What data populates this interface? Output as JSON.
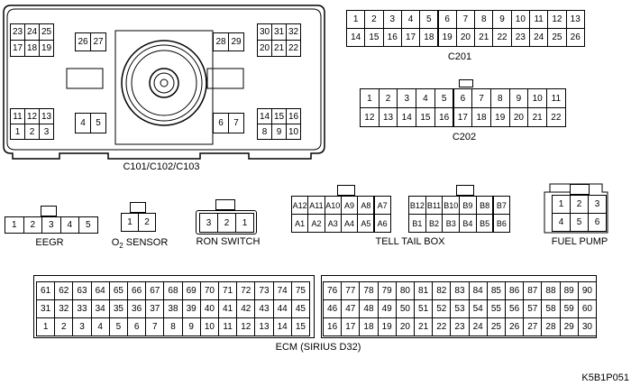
{
  "c101": {
    "label": "C101/C102/C103",
    "grp_a": {
      "rows": [
        [
          "23",
          "24",
          "25"
        ],
        [
          "17",
          "18",
          "19"
        ]
      ]
    },
    "grp_b": {
      "rows": [
        [
          "26",
          "27"
        ]
      ]
    },
    "grp_c": {
      "rows": [
        [
          "28",
          "29"
        ]
      ]
    },
    "grp_d": {
      "rows": [
        [
          "30",
          "31",
          "32"
        ],
        [
          "20",
          "21",
          "22"
        ]
      ]
    },
    "grp_e": {
      "rows": [
        [
          "11",
          "12",
          "13"
        ],
        [
          "1",
          "2",
          "3"
        ]
      ]
    },
    "grp_f": {
      "rows": [
        [
          "4",
          "5"
        ]
      ]
    },
    "grp_g": {
      "rows": [
        [
          "6",
          "7"
        ]
      ]
    },
    "grp_h": {
      "rows": [
        [
          "14",
          "15",
          "16"
        ],
        [
          "8",
          "9",
          "10"
        ]
      ]
    }
  },
  "c201": {
    "label": "C201",
    "rows": [
      [
        "1",
        "2",
        "3",
        "4",
        "5",
        "6",
        "7",
        "8",
        "9",
        "10",
        "11",
        "12",
        "13"
      ],
      [
        "14",
        "15",
        "16",
        "17",
        "18",
        "19",
        "20",
        "21",
        "22",
        "23",
        "24",
        "25",
        "26"
      ]
    ]
  },
  "c202": {
    "label": "C202",
    "rows": [
      [
        "1",
        "2",
        "3",
        "4",
        "5",
        "6",
        "7",
        "8",
        "9",
        "10",
        "11"
      ],
      [
        "12",
        "13",
        "14",
        "15",
        "16",
        "17",
        "18",
        "19",
        "20",
        "21",
        "22"
      ]
    ]
  },
  "eegr": {
    "label": "EEGR",
    "rows": [
      [
        "1",
        "2",
        "3",
        "4",
        "5"
      ]
    ]
  },
  "o2": {
    "label_main": "O",
    "label_sub": "2",
    "label_rest": " SENSOR",
    "rows": [
      [
        "1",
        "2"
      ]
    ]
  },
  "ron": {
    "label": "RON SWITCH",
    "rows": [
      [
        "3",
        "2",
        "1"
      ]
    ]
  },
  "tell": {
    "label": "TELL TAIL BOX",
    "left": {
      "rows": [
        [
          "A12",
          "A11",
          "A10",
          "A9",
          "A8",
          "A7"
        ],
        [
          "A1",
          "A2",
          "A3",
          "A4",
          "A5",
          "A6"
        ]
      ]
    },
    "right": {
      "rows": [
        [
          "B12",
          "B11",
          "B10",
          "B9",
          "B8",
          "B7"
        ],
        [
          "B1",
          "B2",
          "B3",
          "B4",
          "B5",
          "B6"
        ]
      ]
    }
  },
  "fuel": {
    "label": "FUEL PUMP",
    "rows": [
      [
        "1",
        "2",
        "3"
      ],
      [
        "4",
        "5",
        "6"
      ]
    ]
  },
  "ecm": {
    "label": "ECM (SIRIUS D32)",
    "left": {
      "rows": [
        [
          "61",
          "62",
          "63",
          "64",
          "65",
          "66",
          "67",
          "68",
          "69",
          "70",
          "71",
          "72",
          "73",
          "74",
          "75"
        ],
        [
          "31",
          "32",
          "33",
          "34",
          "35",
          "36",
          "37",
          "38",
          "39",
          "40",
          "41",
          "42",
          "43",
          "44",
          "45"
        ],
        [
          "1",
          "2",
          "3",
          "4",
          "5",
          "6",
          "7",
          "8",
          "9",
          "10",
          "11",
          "12",
          "13",
          "14",
          "15"
        ]
      ]
    },
    "right": {
      "rows": [
        [
          "76",
          "77",
          "78",
          "79",
          "80",
          "81",
          "82",
          "83",
          "84",
          "85",
          "86",
          "87",
          "88",
          "89",
          "90"
        ],
        [
          "46",
          "47",
          "48",
          "49",
          "50",
          "51",
          "52",
          "53",
          "54",
          "55",
          "56",
          "57",
          "58",
          "59",
          "60"
        ],
        [
          "16",
          "17",
          "18",
          "19",
          "20",
          "21",
          "22",
          "23",
          "24",
          "25",
          "26",
          "27",
          "28",
          "29",
          "30"
        ]
      ]
    }
  },
  "figure_code": "K5B1P051"
}
